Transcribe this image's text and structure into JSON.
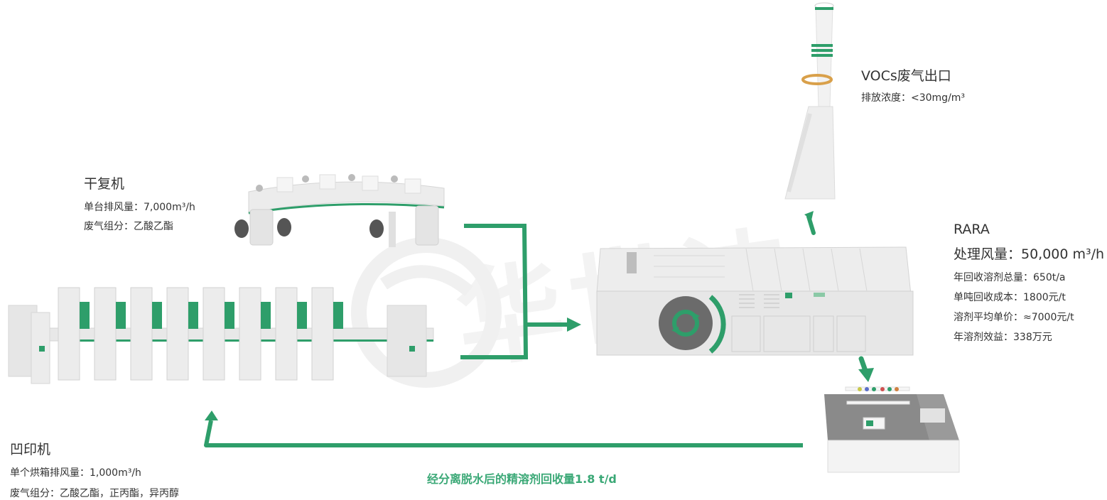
{
  "colors": {
    "accent": "#2e9e6a",
    "text": "#333333",
    "green_label": "#3aa876",
    "machine_body": "#e6e6e6",
    "machine_shadow": "#cfcfcf",
    "dark_disk": "#6b6b6b",
    "stack_ring": "#d9a04a"
  },
  "watermark": {
    "text": "华世洁"
  },
  "vocs_outlet": {
    "title": "VOCs废气出口",
    "lines": [
      "排放浓度：<30mg/m³"
    ]
  },
  "dry_laminator": {
    "title": "干复机",
    "lines": [
      "单台排风量：7,000m³/h",
      "废气组分：乙酸乙酯"
    ]
  },
  "rara": {
    "title": "RARA",
    "subtitle": "处理风量：50,000 m³/h",
    "lines": [
      "年回收溶剂总量：650t/a",
      "单吨回收成本：1800元/t",
      "溶剂平均单价：≈7000元/t",
      "年溶剂效益：338万元"
    ]
  },
  "gravure_press": {
    "title": "凹印机",
    "lines": [
      "单个烘箱排风量：1,000m³/h",
      "废气组分：乙酸乙酯，正丙酯，异丙醇"
    ]
  },
  "recovery_label": "经分离脱水后的精溶剂回收量1.8 t/d",
  "icons": [
    "stack-icon",
    "dry-laminator-machine-icon",
    "gravure-press-machine-icon",
    "rara-unit-icon",
    "lab-bench-icon",
    "recycle-icon"
  ]
}
